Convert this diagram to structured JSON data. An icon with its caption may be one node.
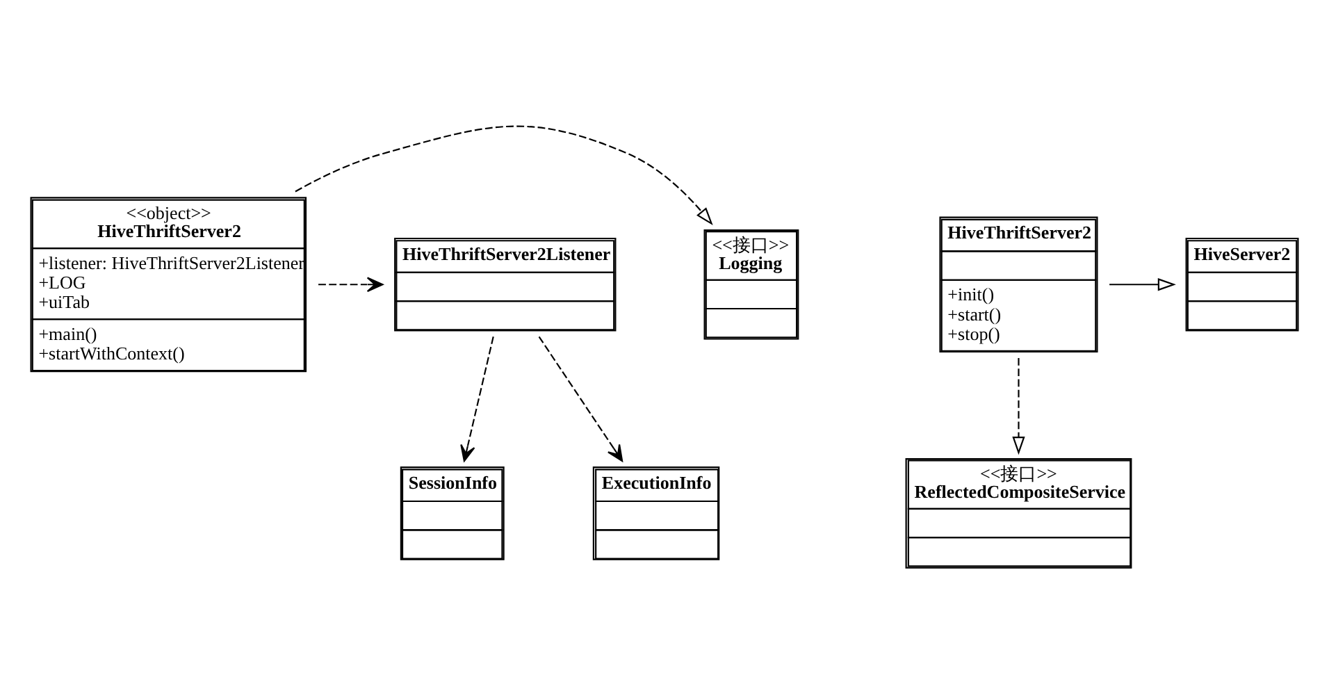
{
  "diagram": {
    "nodes": [
      {
        "text": [
          "<<接口>>",
          "Logging"
        ]
      },
      {
        "text": [
          "<<object>>",
          "HiveThriftServer2",
          "+listener: HiveThriftServer2Listener",
          "+LOG",
          "+uiTab",
          "+main()",
          "+startWithContext()"
        ]
      },
      {
        "text": [
          "HiveThriftServer2Listener"
        ]
      },
      {
        "text": [
          "SessionInfo"
        ]
      },
      {
        "text": [
          "ExecutionInfo"
        ]
      },
      {
        "text": [
          "HiveServer2"
        ]
      },
      {
        "text": [
          "HiveThriftServer2",
          "+init()",
          "+start()",
          "+stop()"
        ]
      },
      {
        "text": [
          "<<接口>>",
          "ReflectedCompositeService"
        ]
      }
    ],
    "edges": [
      {
        "from": 1,
        "to": 0,
        "arrow": "to",
        "style": "dashed"
      },
      {
        "from": 1,
        "to": 2,
        "arrow": "to",
        "style": "dashed"
      },
      {
        "from": 2,
        "to": 3,
        "arrow": "to",
        "style": "dashed"
      },
      {
        "from": 2,
        "to": 4,
        "arrow": "to",
        "style": "dashed"
      },
      {
        "from": 6,
        "to": 5,
        "arrow": "to"
      },
      {
        "from": 6,
        "to": 7,
        "arrow": "to",
        "style": "dashed"
      }
    ]
  }
}
